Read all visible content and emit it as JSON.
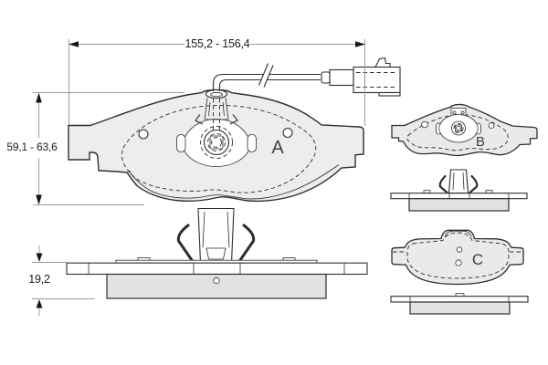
{
  "drawing": {
    "subject": "Disc brake pad set technical drawing",
    "dimensions": {
      "width": "155,2 - 156,4",
      "height": "59,1 - 63,6",
      "thickness": "19,2"
    },
    "views": {
      "main": "A",
      "second": "B",
      "third": "C"
    },
    "parts": {
      "wire": "wear-sensor-wire",
      "connector": "wear-sensor-connector",
      "spring_clip": "pad-retaining-spring",
      "backplate": "backplate",
      "friction": "friction-material"
    },
    "colors": {
      "line": "#2e2e2e",
      "dim": "#9c9c9c",
      "pad_fill": "#ededed",
      "pad_fill_2": "#eaeaea",
      "friction_fill": "#e2e2e2",
      "background": "#ffffff",
      "text": "#1a1a1a",
      "letter": "#3f3f3f"
    }
  }
}
